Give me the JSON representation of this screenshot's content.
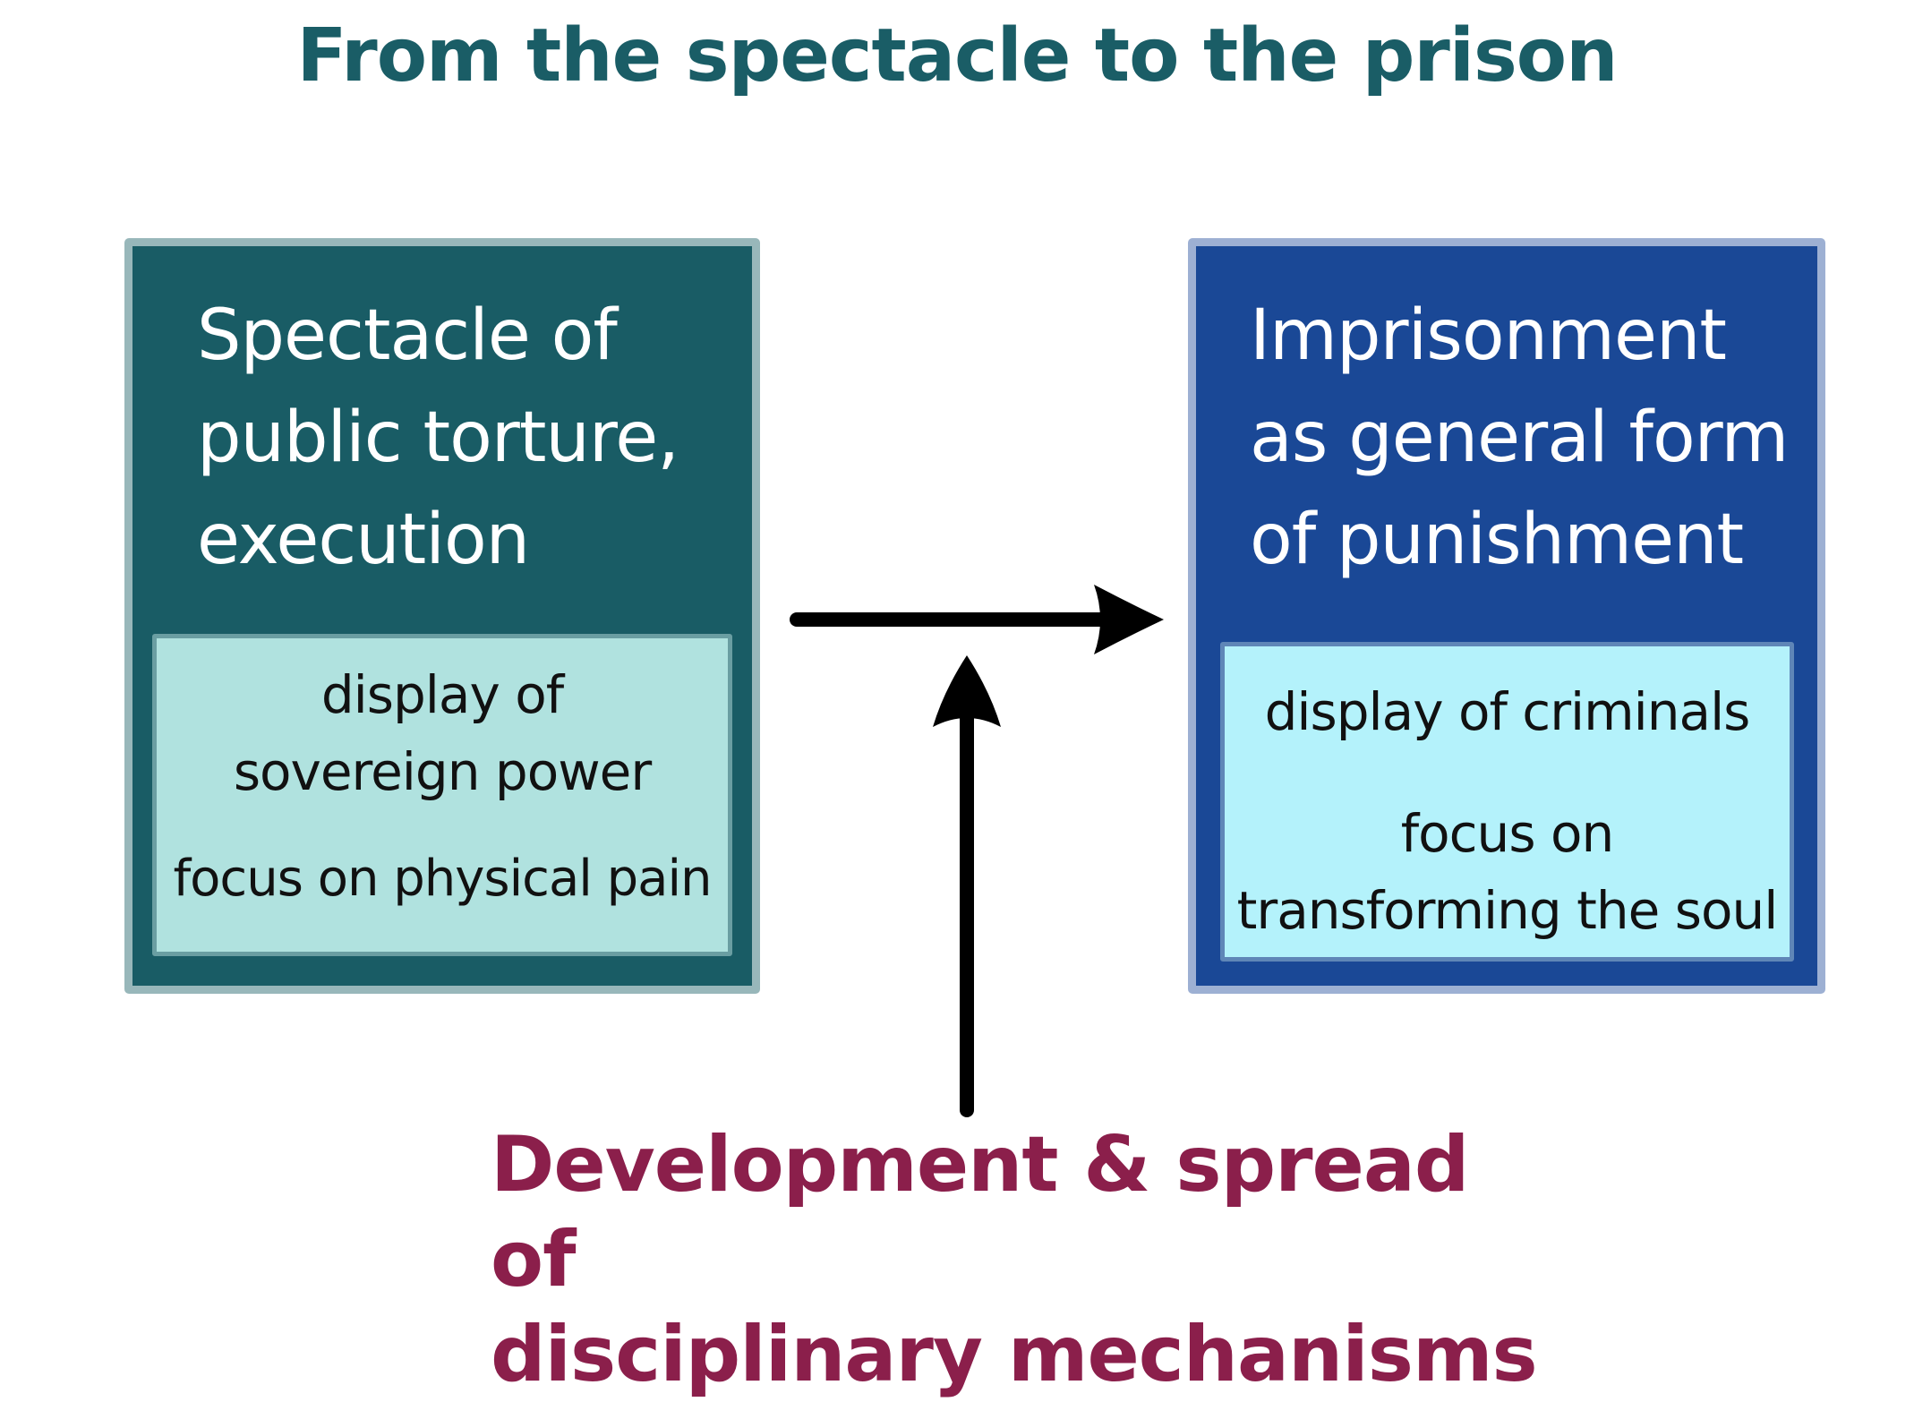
{
  "title": "From the spectacle to the prison",
  "left_panel": {
    "heading": "Spectacle of\npublic torture,\nexecution",
    "points": [
      "display of\nsovereign power",
      "focus on physical pain"
    ]
  },
  "right_panel": {
    "heading": "Imprisonment\nas general form\nof punishment",
    "points": [
      "display of criminals",
      "focus on\ntransforming the soul"
    ]
  },
  "bottom_label": "Development & spread of\ndisciplinary mechanisms",
  "colors": {
    "title": "#1a5d66",
    "left_panel": "#195c65",
    "left_subbox": "#b0e2df",
    "right_panel": "#1a4896",
    "right_subbox": "#b4f2fb",
    "bottom_label": "#8b1f4b",
    "arrow": "#000000"
  }
}
